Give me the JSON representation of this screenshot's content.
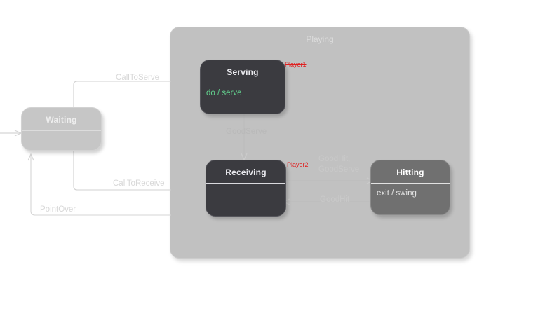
{
  "diagram": {
    "type": "statechart",
    "background": "#ffffff",
    "edge_label_color": "#d8d8d8",
    "region_label_color": "#e02020",
    "action_color": "#63d38f"
  },
  "composite": {
    "name": "Playing",
    "title": "Playing",
    "fill": "#c1c1c1"
  },
  "regions": [
    {
      "id": "player1",
      "label": "Player1"
    },
    {
      "id": "player2",
      "label": "Player2"
    }
  ],
  "states": [
    {
      "id": "waiting",
      "title": "Waiting",
      "body": "",
      "style": "light",
      "fill": "#c6c6c6"
    },
    {
      "id": "serving",
      "title": "Serving",
      "body": "do / serve",
      "style": "dark",
      "fill": "#3b3b40"
    },
    {
      "id": "receiving",
      "title": "Receiving",
      "body": "",
      "style": "dark",
      "fill": "#3b3b40"
    },
    {
      "id": "hitting",
      "title": "Hitting",
      "body": "exit / swing",
      "style": "mid",
      "fill": "#707070"
    }
  ],
  "transitions": [
    {
      "id": "initial",
      "label": "",
      "from": "",
      "to": "waiting"
    },
    {
      "id": "calltoserve",
      "label": "CallToServe",
      "from": "waiting",
      "to": "playing"
    },
    {
      "id": "calltoreceive",
      "label": "CallToReceive",
      "from": "waiting",
      "to": "playing"
    },
    {
      "id": "pointover",
      "label": "PointOver",
      "from": "playing",
      "to": "waiting"
    },
    {
      "id": "goodserve_down",
      "label": "GoodServe",
      "from": "serving",
      "to": "receiving"
    },
    {
      "id": "goodhit_goodserve",
      "label": "GoodHit,\nGoodServe",
      "from": "receiving",
      "to": "hitting"
    },
    {
      "id": "goodhit_back",
      "label": "GoodHit",
      "from": "hitting",
      "to": "receiving"
    }
  ]
}
